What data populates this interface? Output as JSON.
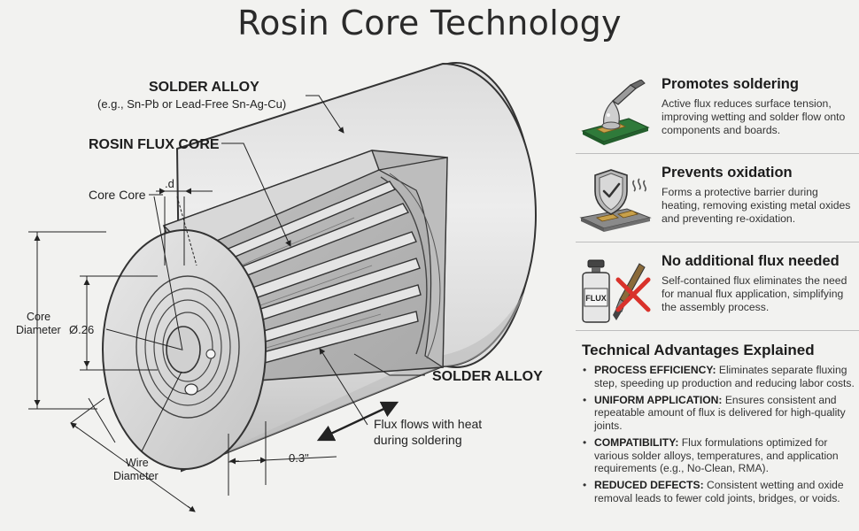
{
  "title": "Rosin Core Technology",
  "diagram": {
    "labels": {
      "solder_alloy_top": "SOLDER ALLOY",
      "solder_alloy_example": "(e.g., Sn-Pb or Lead-Free Sn-Ag-Cu)",
      "rosin_flux_core": "ROSIN FLUX CORE",
      "core_core": "Core Core",
      "d": ".d",
      "core_diameter_line1": "Core",
      "core_diameter_line2": "Diameter",
      "diameter_value": "Ø.26",
      "solder_alloy_right": "SOLDER ALLOY",
      "flux_flows_line1": "Flux flows with heat",
      "flux_flows_line2": "during soldering",
      "length_value": "0.3\"",
      "wire_diameter_line1": "Wire",
      "wire_diameter_line2": "Diameter"
    }
  },
  "features": [
    {
      "icon": "solder-iron-icon",
      "title": "Promotes soldering",
      "text": "Active flux reduces surface tension, improving wetting and solder flow onto components and boards."
    },
    {
      "icon": "shield-check-icon",
      "title": "Prevents oxidation",
      "text": "Forms a protective barrier during heating, removing existing metal oxides and preventing re-oxidation."
    },
    {
      "icon": "flux-bottle-icon",
      "title": "No additional flux needed",
      "text": "Self-contained flux eliminates the need for manual flux application, simplifying the assembly process.",
      "bottle_label": "FLUX"
    }
  ],
  "advantages": {
    "title": "Technical Advantages Explained",
    "items": [
      {
        "label": "PROCESS EFFICIENCY:",
        "text": " Eliminates separate fluxing step, speeding up production and reducing labor costs."
      },
      {
        "label": "UNIFORM APPLICATION:",
        "text": " Ensures consistent and repeatable amount of flux is delivered for high-quality joints."
      },
      {
        "label": "COMPATIBILITY:",
        "text": " Flux formulations optimized for various solder alloys, temperatures, and application requirements (e.g., No-Clean, RMA)."
      },
      {
        "label": "REDUCED DEFECTS:",
        "text": " Consistent wetting and oxide removal leads to fewer cold joints, bridges, or voids."
      }
    ]
  },
  "colors": {
    "background": "#f2f2f0",
    "metal_light": "#e4e4e4",
    "metal_mid": "#cfcfcf",
    "metal_dark": "#a9a9a9",
    "pcb_green": "#2f7a3a",
    "red_x": "#d9322b"
  }
}
